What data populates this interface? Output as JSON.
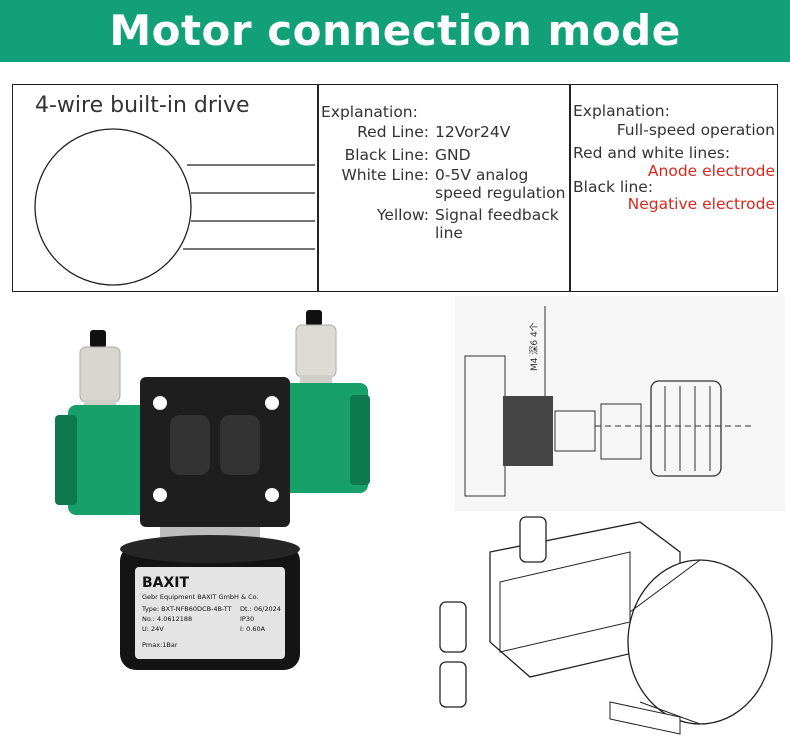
{
  "banner": {
    "title": "Motor connection mode"
  },
  "wiring": {
    "title": "4-wire built-in drive"
  },
  "explanation_4wire": {
    "heading": "Explanation:",
    "rows": [
      {
        "label": "Red Line:",
        "value": "12Vor24V"
      },
      {
        "label": "Black Line:",
        "value": "GND"
      },
      {
        "label": "White Line:",
        "value": "0-5V analog",
        "value2": "speed regulation"
      },
      {
        "label": "Yellow:",
        "value": "Signal feedback",
        "value2": "line"
      }
    ]
  },
  "explanation_full": {
    "heading": "Explanation:",
    "full_speed": "Full-speed operation",
    "red_white_label": "Red and white lines:",
    "red_white_value": "Anode electrode",
    "black_label": "Black line:",
    "black_value": "Negative electrode"
  },
  "product_label": {
    "brand": "BAXIT",
    "company": "Gebr Equipment BAXIT GmbH & Co.",
    "type": "Type: BXT-NFB60DCB-4B-TT",
    "date": "Dt.: 06/2024",
    "no": "No.: 4.0612188",
    "ip": "IP30",
    "u": "U: 24V",
    "i": "I: 0.60A",
    "pmax": "Pmax:1Bar"
  },
  "drawing_note": "M4 深6 4个",
  "colors": {
    "banner": "#12a078",
    "pump_green": "#17a06a",
    "red_text": "#d8281e"
  }
}
